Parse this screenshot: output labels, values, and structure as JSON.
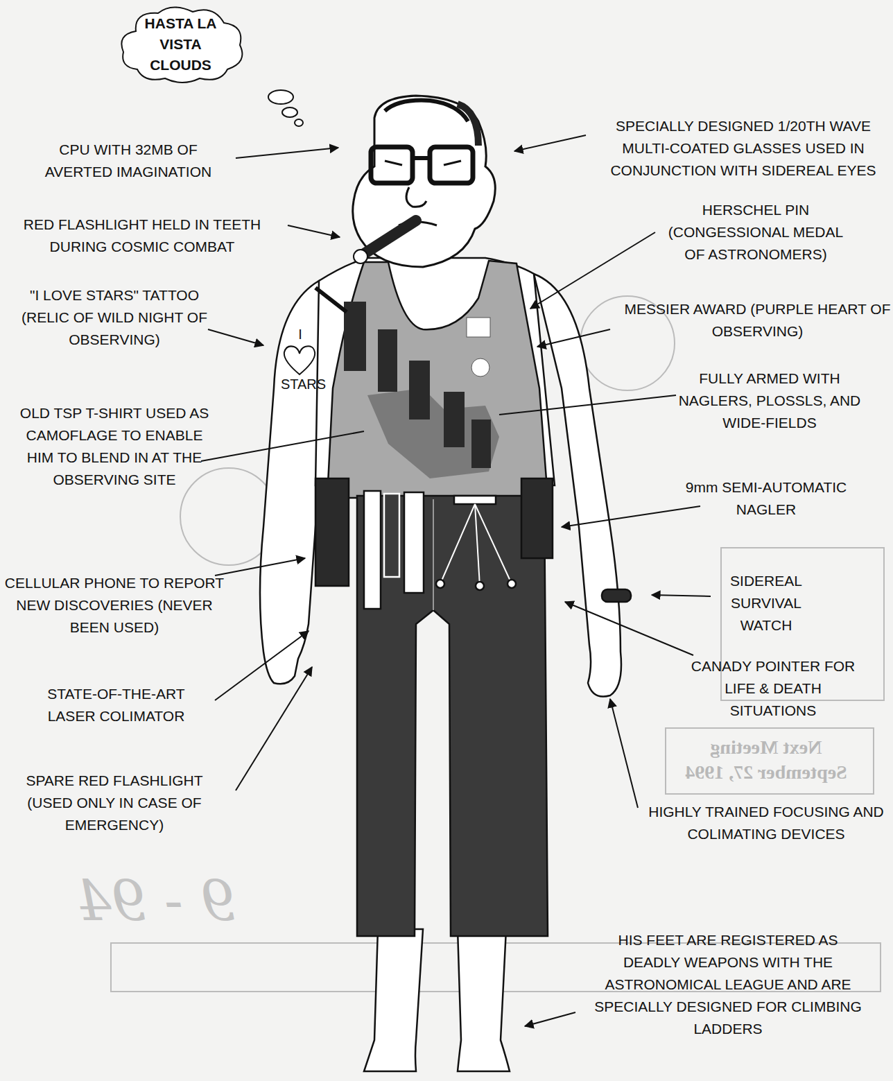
{
  "diagram": {
    "nodes": [
      {
        "text": [
          "HASTA LA VISTA CLOUDS"
        ]
      }
    ],
    "labels": [
      "CPU WITH 32MB OF AVERTED IMAGINATION",
      "RED FLASHLIGHT HELD IN TEETH DURING COSMIC COMBAT",
      "\"I LOVE STARS\" TATTOO (RELIC OF WILD NIGHT OF OBSERVING)",
      "OLD TSP T-SHIRT USED AS CAMOFLAGE TO ENABLE HIM TO BLEND IN AT THE OBSERVING SITE",
      "CELLULAR PHONE TO REPORT NEW DISCOVERIES (NEVER BEEN USED)",
      "STATE-OF-THE-ART LASER COLIMATOR",
      "SPARE RED FLASHLIGHT (USED ONLY IN CASE OF EMERGENCY)",
      "SPECIALLY DESIGNED 1/20TH WAVE MULTI-COATED GLASSES USED IN CONJUNCTION WITH SIDEREAL EYES",
      "HERSCHEL PIN (CONGESSIONAL MEDAL OF ASTRONOMERS)",
      "MESSIER AWARD (PURPLE HEART OF OBSERVING)",
      "FULLY ARMED WITH NAGLERS, PLOSSLS, AND WIDE-FIELDS",
      "9mm SEMI-AUTOMATIC NAGLER",
      "SIDEREAL SURVIVAL WATCH",
      "CANADY POINTER FOR LIFE & DEATH SITUATIONS",
      "HIGHLY TRAINED FOCUSING AND COLIMATING DEVICES",
      "HIS FEET ARE REGISTERED AS DEADLY WEAPONS WITH THE ASTRONOMICAL LEAGUE AND ARE SPECIALLY DESIGNED FOR CLIMBING LADDERS",
      "I",
      "STARS",
      "Next Meeting September 27, 1994",
      "9 - 94"
    ]
  }
}
